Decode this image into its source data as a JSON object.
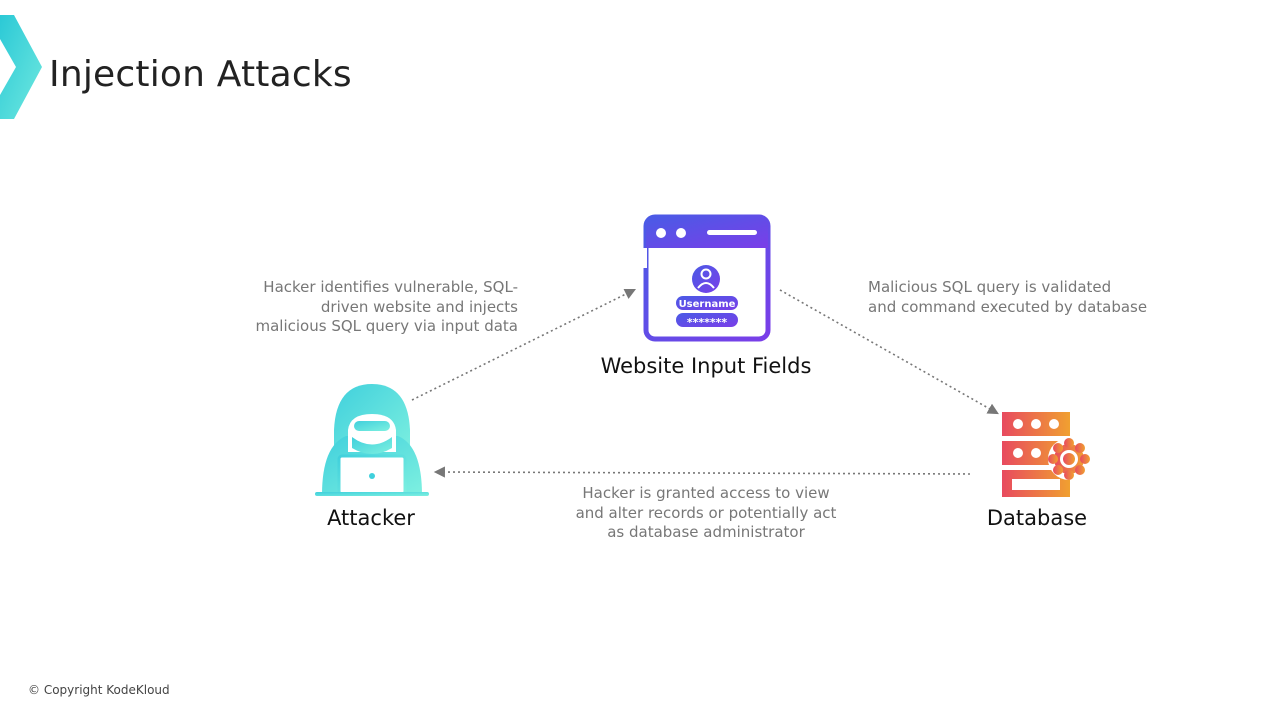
{
  "header": {
    "title": "Injection Attacks",
    "logo_icon": "chevron-logo-icon"
  },
  "diagram": {
    "nodes": {
      "website": {
        "label": "Website Input Fields",
        "icon": "browser-login-form-icon",
        "username_field": "Username",
        "password_field": "*******"
      },
      "attacker": {
        "label": "Attacker",
        "icon": "hooded-hacker-laptop-icon"
      },
      "database": {
        "label": "Database",
        "icon": "database-server-gear-icon"
      }
    },
    "steps": [
      {
        "from": "attacker",
        "to": "website",
        "text": "Hacker identifies vulnerable, SQL-\ndriven website and injects\nmalicious SQL query via input data"
      },
      {
        "from": "website",
        "to": "database",
        "text": "Malicious SQL query is validated\nand command executed by database"
      },
      {
        "from": "database",
        "to": "attacker",
        "text": "Hacker is granted access to view\nand alter records or potentially act\nas database administrator"
      }
    ],
    "colors": {
      "attacker": "#4dd8dc",
      "website_start": "#4a5be6",
      "website_end": "#7a3ee8",
      "database_start": "#e84a5f",
      "database_end": "#f0a030",
      "arrow": "#777777",
      "logo": "#3fd3d9"
    }
  },
  "footer": {
    "copyright": "© Copyright KodeKloud"
  }
}
